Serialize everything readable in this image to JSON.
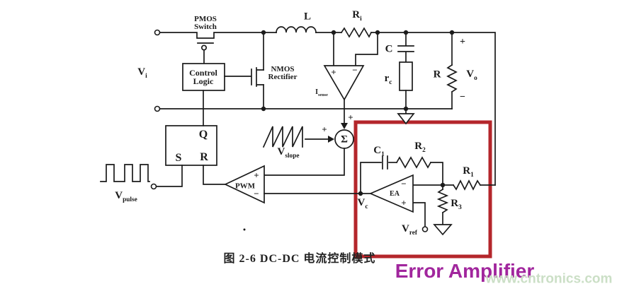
{
  "figure": {
    "caption": "图 2-6 DC-DC 电流控制模式",
    "highlight_label": "Error Amplifier",
    "watermark": "www.cntronics.com"
  },
  "colors": {
    "highlight_box": "#b4262b",
    "highlight_text": "#a1269d",
    "watermark_text": "#cbdfc6",
    "ink": "#1b1b1b",
    "background": "#ffffff"
  },
  "components": {
    "vin": {
      "b": "V",
      "s": "i"
    },
    "pmos_switch": "PMOS\nSwitch",
    "control_logic": "Control\nLogic",
    "nmos_rectifier": "NMOS\nRectifier",
    "inductor": "L",
    "sense_resistor": {
      "b": "R",
      "s": "i"
    },
    "output_cap": "C",
    "esr": {
      "b": "r",
      "s": "c"
    },
    "load_resistor": "R",
    "vout": {
      "b": "V",
      "s": "o"
    },
    "current_sense_amp": {
      "b": "I",
      "s": "sense"
    },
    "summer": "Σ",
    "vslope": {
      "b": "V",
      "s": "slope"
    },
    "flipflop": {
      "q": "Q",
      "s": "S",
      "r": "R"
    },
    "vpulse": {
      "b": "V",
      "s": "pulse"
    },
    "pwm_comparator": "PWM",
    "error_amp": "EA",
    "c1": {
      "b": "C",
      "s": "1"
    },
    "r1": {
      "b": "R",
      "s": "1"
    },
    "r2": {
      "b": "R",
      "s": "2"
    },
    "r3": {
      "b": "R",
      "s": "3"
    },
    "vc": {
      "b": "V",
      "s": "c"
    },
    "vref": {
      "b": "V",
      "s": "ref"
    },
    "plus": "+",
    "minus": "−"
  }
}
